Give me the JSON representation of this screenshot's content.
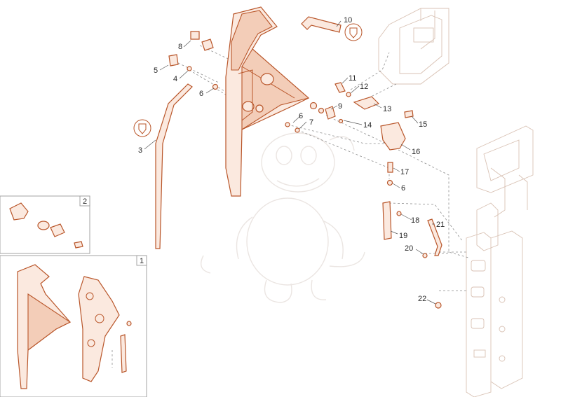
{
  "callouts": [
    {
      "id": "c1",
      "text": "1"
    },
    {
      "id": "c2",
      "text": "2"
    },
    {
      "id": "c3",
      "text": "3"
    },
    {
      "id": "c4",
      "text": "4"
    },
    {
      "id": "c5",
      "text": "5"
    },
    {
      "id": "c6a",
      "text": "6"
    },
    {
      "id": "c6b",
      "text": "6"
    },
    {
      "id": "c6c",
      "text": "6"
    },
    {
      "id": "c7",
      "text": "7"
    },
    {
      "id": "c8",
      "text": "8"
    },
    {
      "id": "c9",
      "text": "9"
    },
    {
      "id": "c10",
      "text": "10"
    },
    {
      "id": "c11",
      "text": "11"
    },
    {
      "id": "c12",
      "text": "12"
    },
    {
      "id": "c13",
      "text": "13"
    },
    {
      "id": "c14",
      "text": "14"
    },
    {
      "id": "c15",
      "text": "15"
    },
    {
      "id": "c16",
      "text": "16"
    },
    {
      "id": "c17",
      "text": "17"
    },
    {
      "id": "c18",
      "text": "18"
    },
    {
      "id": "c19",
      "text": "19"
    },
    {
      "id": "c20",
      "text": "20"
    },
    {
      "id": "c21",
      "text": "21"
    },
    {
      "id": "c22",
      "text": "22"
    }
  ],
  "insets": {
    "inset1_label": "1",
    "inset2_label": "2"
  },
  "colors": {
    "part_stroke": "#b9562a",
    "part_fill": "#fbe9df",
    "frame_stroke": "#d7b8a6",
    "dash": "#8e8e8e",
    "label": "#2a2a2a"
  },
  "icons": [
    "lubricate-grease-symbol",
    "lubricate-grease-symbol"
  ]
}
